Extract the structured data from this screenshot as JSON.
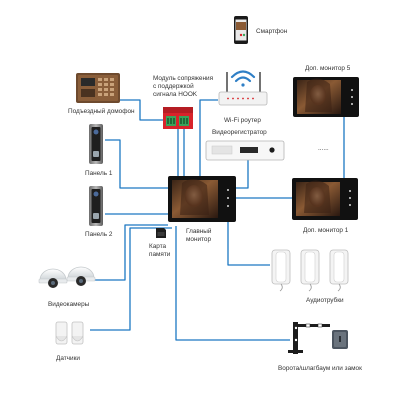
{
  "labels": {
    "smartphone": "Смартфон",
    "module_line1": "Модуль сопряжения",
    "module_line2": "с поддержкой",
    "module_line3": "сигнала HOOK",
    "entrance_intercom": "Подъездный домофон",
    "wifi_router": "Wi-Fi роутер",
    "ext_monitor_5": "Доп. монитор 5",
    "video_recorder": "Видеорегистратор",
    "panel_1": "Панель 1",
    "panel_2": "Панель 2",
    "memory_card_line1": "Карта",
    "memory_card_line2": "памяти",
    "main_monitor_line1": "Главный",
    "main_monitor_line2": "монитор",
    "ext_monitor_1": "Доп. монитор 1",
    "handsets": "Аудиотрубки",
    "cameras": "Видеокамеры",
    "sensors": "Датчики",
    "gate": "Ворота/шлагбаум или замок",
    "dots": "......"
  },
  "colors": {
    "wire": "#1c78c2",
    "wire_light": "#7db3e0",
    "wifi_icon": "#2f7fc6",
    "module_red": "#d8232a",
    "module_green": "#3aa35a"
  }
}
